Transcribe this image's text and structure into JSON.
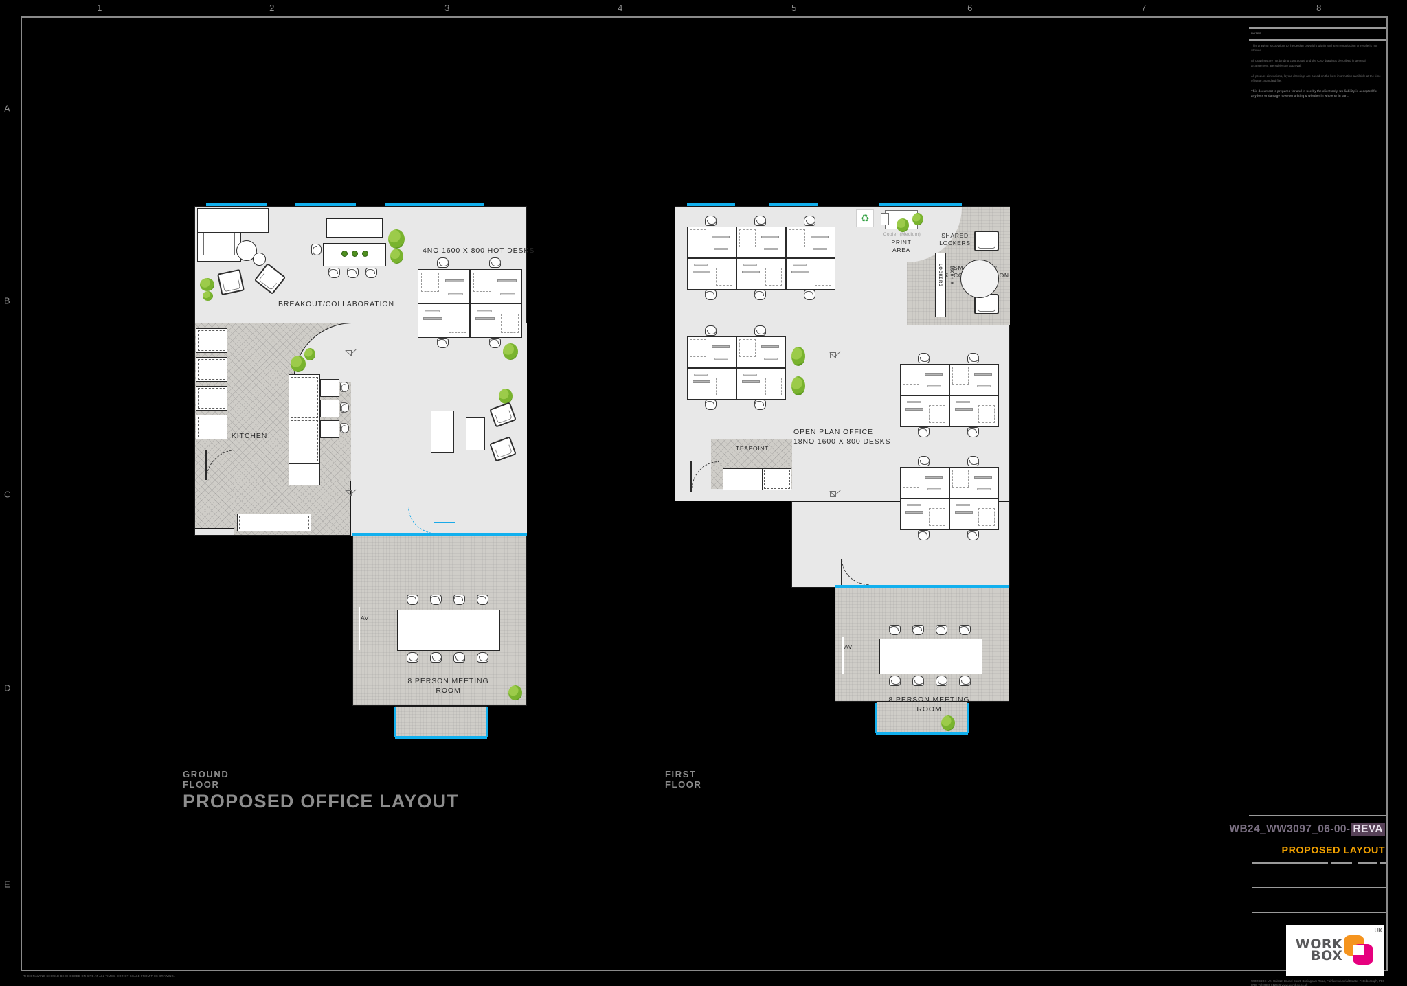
{
  "sheet": {
    "grid_numbers": [
      "1",
      "2",
      "3",
      "4",
      "5",
      "6",
      "7",
      "8"
    ],
    "grid_letters": [
      "A",
      "B",
      "C",
      "D",
      "E"
    ],
    "bottom_note": "THE DRAWING SHOULD BE CHECKED ON SITE AT ALL TIMES. DO NOT SCALE FROM THIS DRAWING.",
    "accent_glazing": "#12b0ee",
    "accent_orange": "#f0a000",
    "accent_magenta": "#e6007e"
  },
  "titleblock": {
    "notes_heading": "NOTES",
    "notes": [
      "This drawing is copyright to the design copyright within and any reproduction or resale is not allowed.",
      "All drawings are not binding contractual and the CAD drawings described in general arrangement are subject to approval.",
      "All product dimensions, layout drawings are based on the best information available at the time of issue. Standard file.",
      "This document is prepared for and in use by the client only. No liability is accepted for any loss or damage however arising & whether in whole or in part."
    ],
    "drawing_number": "WB24_WW3097_06-00-",
    "revision": "REVA",
    "drawing_title": "PROPOSED LAYOUT",
    "logo": {
      "line1": "WORK",
      "line2": "BOX",
      "suffix": "UK"
    },
    "address": "WORKBOX UK, Unit 12, Brunel Court, Burlingham Road, Fairfax Industrial Estate, Peterborough, PE6 8FD. Tel: 0800 012345  www.workbox.co.uk"
  },
  "titles": {
    "ground_floor": "GROUND FLOOR",
    "first_floor": "FIRST FLOOR",
    "main": "PROPOSED OFFICE LAYOUT"
  },
  "ground_floor": {
    "labels": {
      "breakout": "BREAKOUT/COLLABORATION",
      "hot_desks": "4NO 1600 X 800 HOT DESKS",
      "kitchen": "KITCHEN",
      "meeting_room": "8 PERSON MEETING\nROOM",
      "av": "AV"
    }
  },
  "first_floor": {
    "labels": {
      "print_area": "PRINT\nAREA",
      "copier": "Copier (Medium)",
      "shared_lockers": "SHARED\nLOCKERS",
      "locker_spec": "1500H X 16 LOCKERS",
      "small_meet": "SMALL MEET/\nCOLLABORATION",
      "open_plan": "OPEN PLAN OFFICE\n18NO 1600 X 800 DESKS",
      "teapoint": "TEAPOINT",
      "meeting_room": "8 PERSON MEETING\nROOM",
      "av": "AV"
    }
  }
}
